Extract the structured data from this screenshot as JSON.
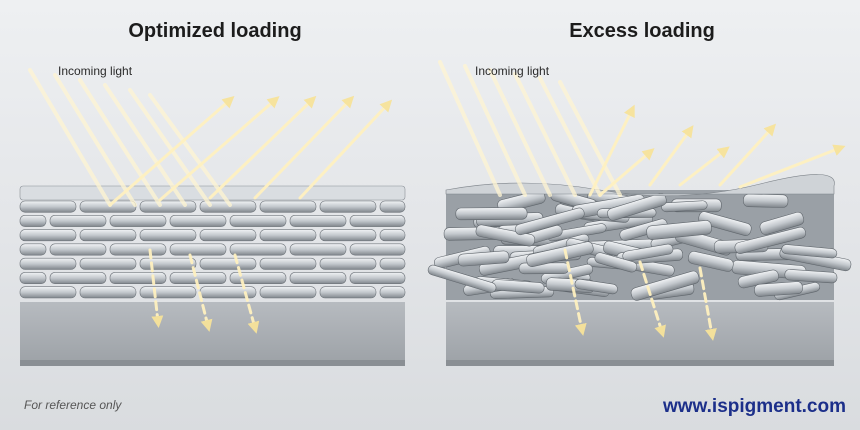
{
  "panels": {
    "left": {
      "title": "Optimized loading",
      "light_label": "Incoming light"
    },
    "right": {
      "title": "Excess loading",
      "light_label": "Incoming light"
    }
  },
  "footer": {
    "note": "For reference only",
    "website": "www.ispigment.com"
  },
  "colors": {
    "light_ray": "#fff3c8",
    "arrow_head": "#f7e6a6",
    "flake_light": "#dfe2e6",
    "flake_dark": "#8e949a",
    "substrate": "#a9aeb3",
    "brand": "#1c2f8a"
  }
}
